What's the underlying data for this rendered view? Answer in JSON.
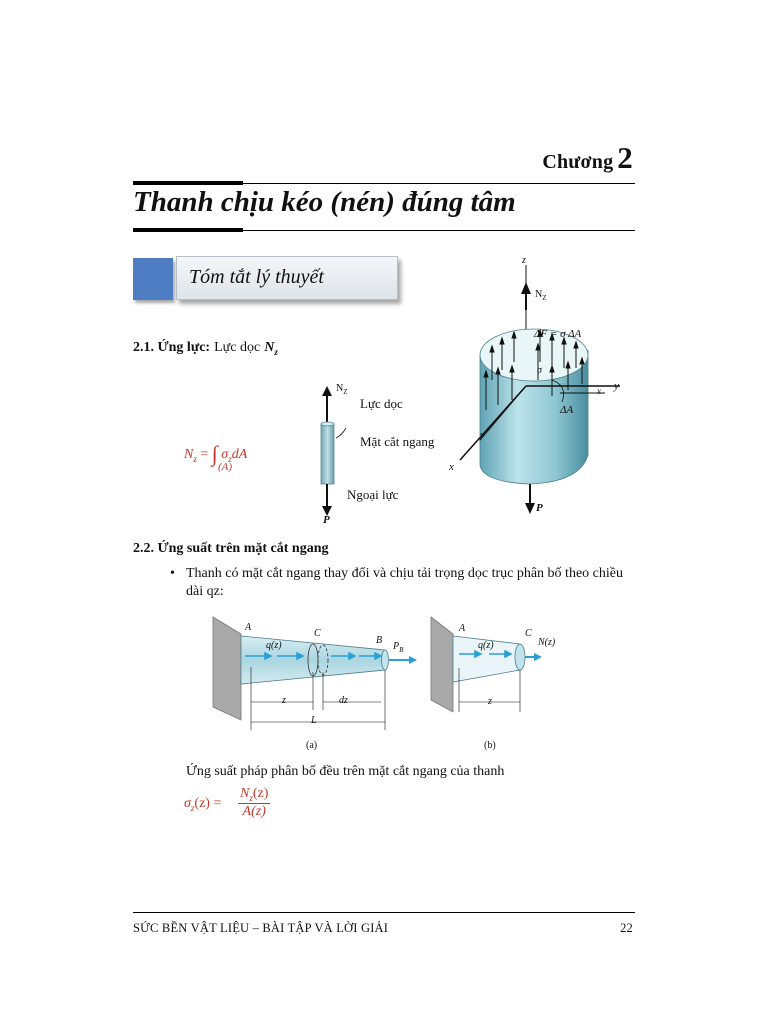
{
  "header": {
    "chapter_word": "Chương",
    "chapter_number": "2",
    "title": "Thanh chịu kéo (nén) đúng tâm"
  },
  "summary_box": {
    "label": "Tóm tắt lý thuyết"
  },
  "section1": {
    "heading_bold": "2.1. Ứng lực:",
    "heading_rest": "Lực dọc",
    "heading_symbol": "N",
    "heading_sub": "z",
    "formula": {
      "lhs": "N",
      "lhs_sub": "z",
      "eq": "=",
      "integral": "∫",
      "integrand": "σ",
      "integrand_sub": "z",
      "differential": "dA",
      "domain": "(A)"
    },
    "bar_figure": {
      "nz_label": "N",
      "nz_sub": "Z",
      "axial_force_label": "Lực dọc",
      "cross_section_label": "Mặt cắt ngang",
      "external_force_label": "Ngoại lực",
      "p_label": "P"
    },
    "cylinder_figure": {
      "z_label": "z",
      "nz_label": "N",
      "nz_sub": "Z",
      "df_label": "ΔF = σ ΔA",
      "sigma_label": "σ",
      "dA_label": "ΔA",
      "y_label": "y",
      "x_label": "x",
      "y_inner_label": "y",
      "x_inner_label": "x",
      "p_label": "P"
    }
  },
  "section2": {
    "heading": "2.2. Ứng suất trên mặt cắt ngang",
    "bullet_line1": "Thanh có mặt cắt ngang thay đổi  và chịu tải trọng dọc trục phân bố theo chiều",
    "bullet_line2": "dài qz:",
    "fig_a": {
      "A": "A",
      "C": "C",
      "B": "B",
      "q": "q(z)",
      "PB": "P",
      "PB_sub": "B",
      "z": "z",
      "dz": "dz",
      "L": "L",
      "caption": "(a)"
    },
    "fig_b": {
      "A": "A",
      "C": "C",
      "q": "q(z)",
      "N": "N(z)",
      "z": "z",
      "caption": "(b)"
    },
    "stress_text": "Ứng suất pháp phân bố đều trên mặt cắt ngang của thanh",
    "stress_formula": {
      "lhs": "σ",
      "lhs_sub": "z",
      "lhs_arg": "(z)",
      "eq": "=",
      "num": "N",
      "num_sub": "z",
      "num_arg": "(z)",
      "den": "A(z)"
    }
  },
  "footer": {
    "text": "SỨC BỀN VẬT LIỆU – BÀI TẬP VÀ LỜI GIẢI",
    "page_number": "22"
  }
}
